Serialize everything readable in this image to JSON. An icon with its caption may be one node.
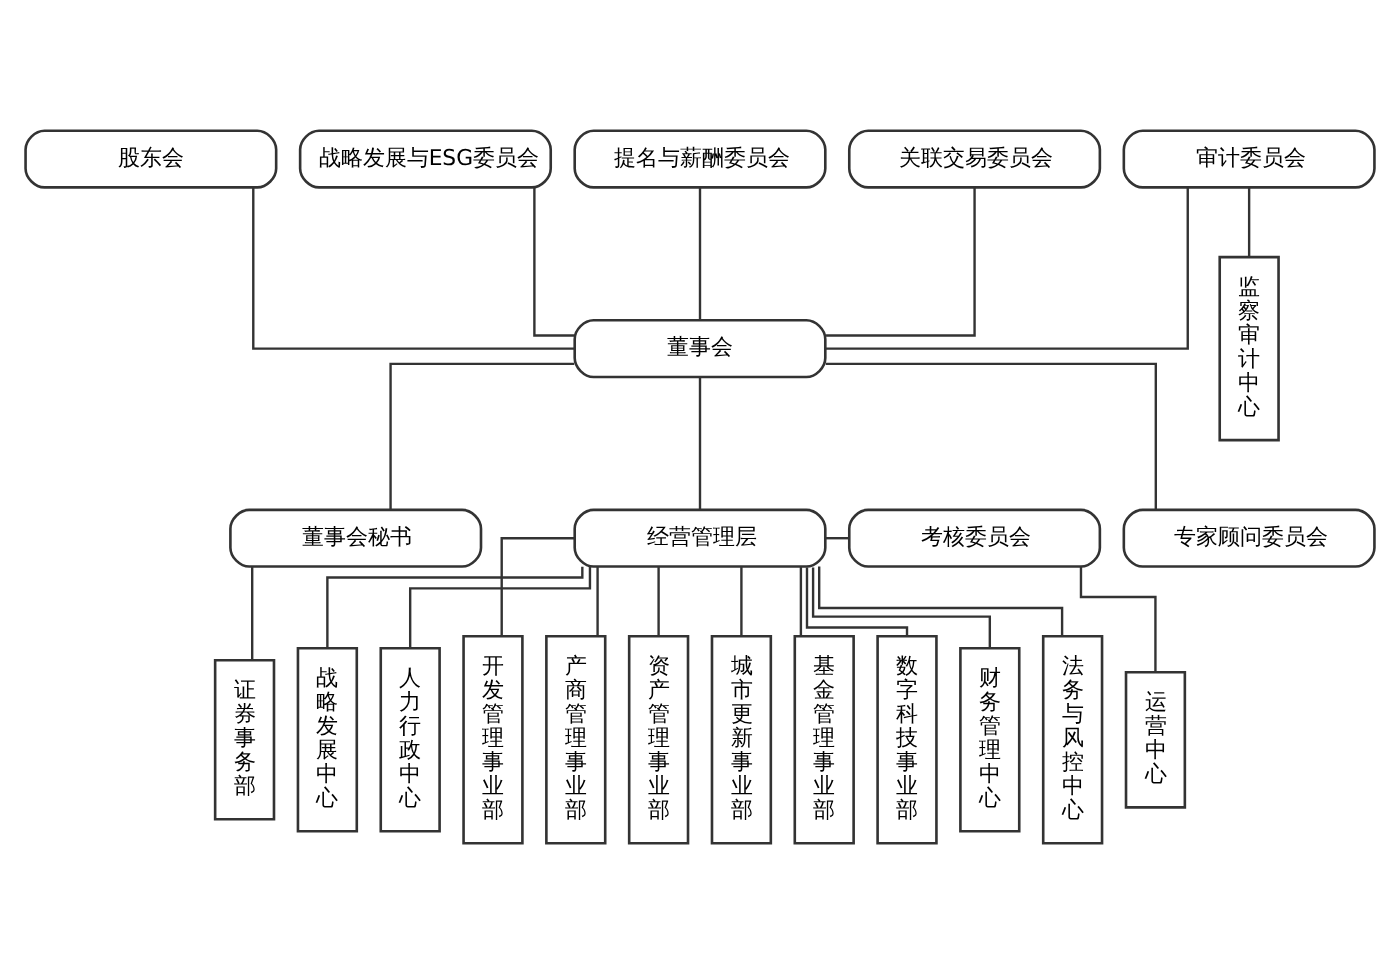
{
  "diagram": {
    "nodes": [
      {
        "text": [
          "股东会"
        ]
      },
      {
        "text": [
          "战略发展与ESG委员会"
        ]
      },
      {
        "text": [
          "提名与薪酬委员会"
        ]
      },
      {
        "text": [
          "关联交易委员会"
        ]
      },
      {
        "text": [
          "审计委员会"
        ]
      },
      {
        "text": [
          "董事会"
        ]
      },
      {
        "text": [
          "专家顾问委员会"
        ]
      },
      {
        "text": [
          "董事会秘书"
        ]
      },
      {
        "text": [
          "考核委员会"
        ]
      },
      {
        "text": [
          "经营管理层"
        ]
      },
      {
        "text": [
          "监察审计中心"
        ]
      },
      {
        "text": [
          "运营中心"
        ]
      },
      {
        "text": [
          "财务管理中心"
        ]
      },
      {
        "text": [
          "法务与风控中心"
        ]
      },
      {
        "text": [
          "战略发展中心"
        ]
      },
      {
        "text": [
          "人力行政中心"
        ]
      },
      {
        "text": [
          "开发管理事业部"
        ]
      },
      {
        "text": [
          "产商管理事业部"
        ]
      },
      {
        "text": [
          "资产管理事业部"
        ]
      },
      {
        "text": [
          "城市更新事业部"
        ]
      },
      {
        "text": [
          "基金管理事业部"
        ]
      },
      {
        "text": [
          "数字科技事业部"
        ]
      },
      {
        "text": [
          "证券事务部"
        ]
      }
    ],
    "edges": [
      {
        "from": 0,
        "to": 5,
        "arrow": "none"
      },
      {
        "from": 1,
        "to": 5,
        "arrow": "none"
      },
      {
        "from": 2,
        "to": 5,
        "arrow": "none"
      },
      {
        "from": 3,
        "to": 5,
        "arrow": "none"
      },
      {
        "from": 4,
        "to": 5,
        "arrow": "none"
      },
      {
        "from": 4,
        "to": 10,
        "arrow": "none"
      },
      {
        "from": 5,
        "to": 6,
        "arrow": "none"
      },
      {
        "from": 5,
        "to": 7,
        "arrow": "none"
      },
      {
        "from": 5,
        "to": 9,
        "arrow": "none"
      },
      {
        "from": 8,
        "to": 9,
        "arrow": "none"
      },
      {
        "from": 8,
        "to": 11,
        "arrow": "none"
      },
      {
        "from": 7,
        "to": 22,
        "arrow": "none"
      },
      {
        "from": 9,
        "to": 12,
        "arrow": "none"
      },
      {
        "from": 9,
        "to": 13,
        "arrow": "none"
      },
      {
        "from": 9,
        "to": 14,
        "arrow": "none"
      },
      {
        "from": 9,
        "to": 15,
        "arrow": "none"
      },
      {
        "from": 9,
        "to": 16,
        "arrow": "none"
      },
      {
        "from": 9,
        "to": 17,
        "arrow": "none"
      },
      {
        "from": 9,
        "to": 18,
        "arrow": "none"
      },
      {
        "from": 9,
        "to": 19,
        "arrow": "none"
      },
      {
        "from": 9,
        "to": 20,
        "arrow": "none"
      },
      {
        "from": 9,
        "to": 21,
        "arrow": "none"
      }
    ]
  }
}
